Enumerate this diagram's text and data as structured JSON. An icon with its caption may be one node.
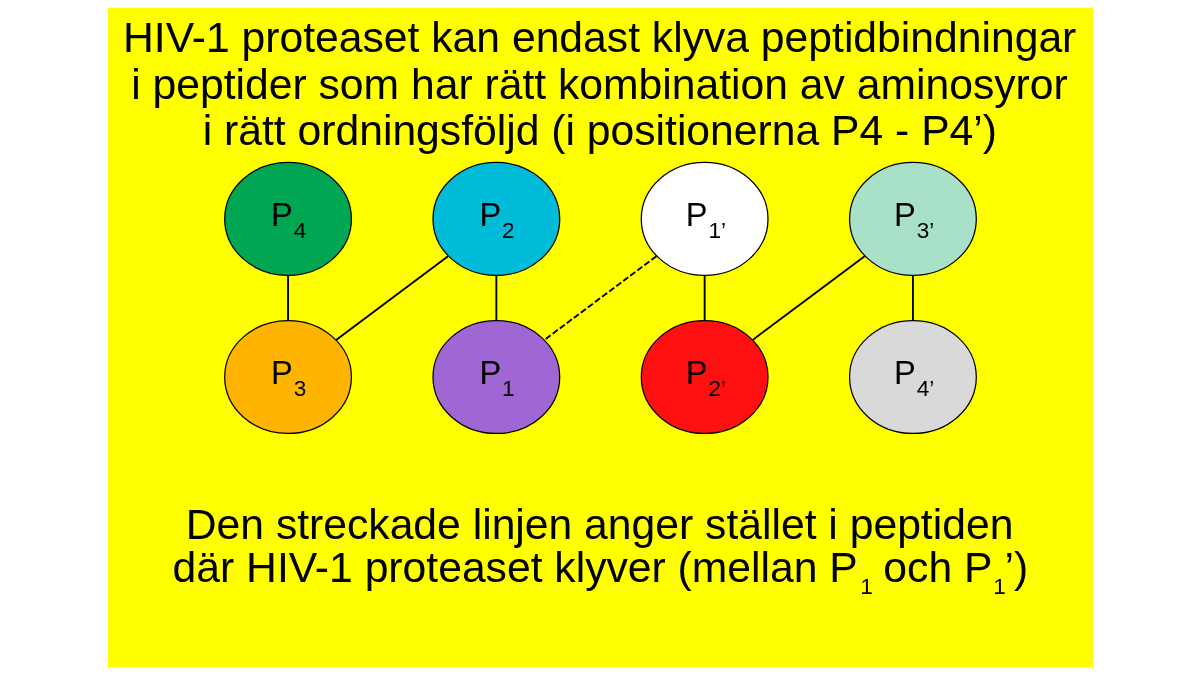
{
  "diagram": {
    "title": "HIV-1 proteaset kan endast klyva peptidbindningar i peptider som har rätt kombination av aminosyror i rätt ordningsföljd (i positionerna P4 - P4’)",
    "caption": "Den streckade linjen anger stället i peptiden där HIV-1 proteaset klyver (mellan P$_{1}$ och P$_{1}$’)",
    "nodes": [
      {
        "text": [
          "P$_{4}$"
        ]
      },
      {
        "text": [
          "P$_{3}$"
        ]
      },
      {
        "text": [
          "P$_{2}$"
        ]
      },
      {
        "text": [
          "P$_{1}$"
        ]
      },
      {
        "text": [
          "P$_{1’}$"
        ]
      },
      {
        "text": [
          "P$_{2’}$"
        ]
      },
      {
        "text": [
          "P$_{3’}$"
        ]
      },
      {
        "text": [
          "P$_{4’}$"
        ]
      }
    ],
    "edges": [
      {
        "from": 0,
        "to": 1,
        "arrow": "none"
      },
      {
        "from": 1,
        "to": 2,
        "arrow": "none"
      },
      {
        "from": 2,
        "to": 3,
        "arrow": "none"
      },
      {
        "from": 3,
        "to": 4,
        "arrow": "none",
        "style": "dashed"
      },
      {
        "from": 4,
        "to": 5,
        "arrow": "none"
      },
      {
        "from": 5,
        "to": 6,
        "arrow": "none"
      },
      {
        "from": 6,
        "to": 7,
        "arrow": "none"
      }
    ]
  }
}
